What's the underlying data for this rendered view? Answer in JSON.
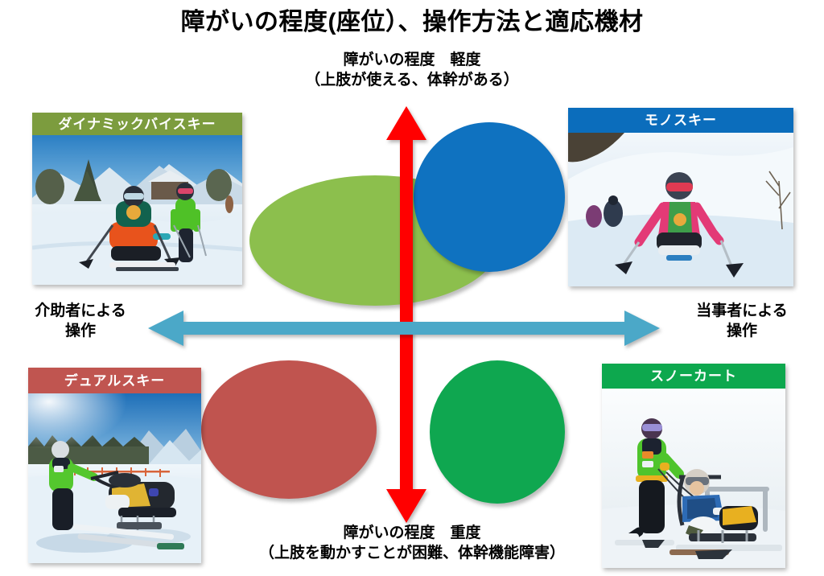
{
  "page": {
    "title": "障がいの程度(座位）、操作方法と適応機材"
  },
  "axes": {
    "vertical": {
      "top": {
        "line1": "障がいの程度　軽度",
        "line2": "（上肢が使える、体幹がある）"
      },
      "bottom": {
        "line1": "障がいの程度　重度",
        "line2": "（上肢を動かすことが困難、体幹機能障害）"
      },
      "arrow_color": "#FF0000"
    },
    "horizontal": {
      "left": {
        "line1": "介助者による",
        "line2": "操作"
      },
      "right": {
        "line1": "当事者による",
        "line2": "操作"
      },
      "arrow_color": "#4BA8C8"
    }
  },
  "quadrant_ellipses": [
    {
      "name": "green-ellipse",
      "color": "#8CBF4D"
    },
    {
      "name": "blue-ellipse",
      "color": "#0F72C0"
    },
    {
      "name": "rose-ellipse",
      "color": "#C0544F"
    },
    {
      "name": "emerald-ellipse",
      "color": "#0FA750"
    }
  ],
  "cards": [
    {
      "id": "dynamic-bi-ski",
      "label": "ダイナミックバイスキー",
      "banner_color": "#7C9C3E",
      "photo_alt": "雪山のゲレンデでバイスキーに乗る人と緑色のウェアを着た介助者"
    },
    {
      "id": "mono-ski",
      "label": "モノスキー",
      "banner_color": "#0B6DBC",
      "photo_alt": "ピンクと緑のウェアでモノスキーを操作する人"
    },
    {
      "id": "dual-ski",
      "label": "デュアルスキー",
      "banner_color": "#C05550",
      "photo_alt": "青空の下、緑色のウェアの介助者がデュアルスキーを操作"
    },
    {
      "id": "snow-cart",
      "label": "スノーカート",
      "banner_color": "#0DA84E",
      "photo_alt": "緑色のウェアの介助者がスノーカートに乗る子どもを支える"
    }
  ]
}
